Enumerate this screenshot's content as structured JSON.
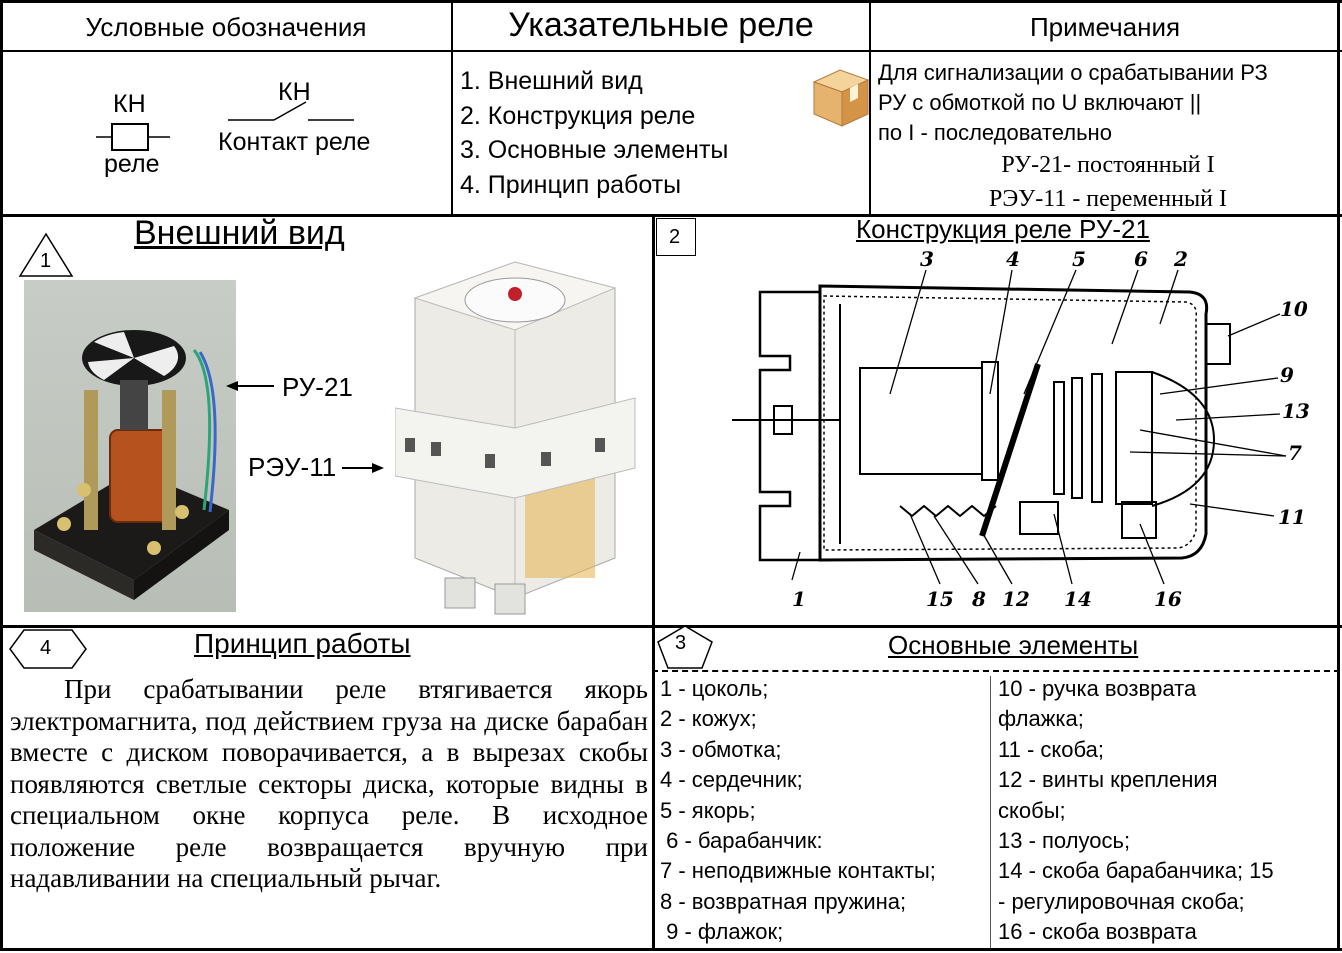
{
  "header": {
    "legend_title": "Условные  обозначения",
    "main_title": "Указательные реле",
    "notes_title": "Примечания"
  },
  "legend": {
    "relay_code": "КН",
    "relay_label": "реле",
    "contact_code": "КН",
    "contact_label": "Контакт реле"
  },
  "toc": [
    "1. Внешний вид",
    "2. Конструкция реле",
    "3. Основные элементы",
    "4. Принцип работы"
  ],
  "notes": {
    "line1": "Для сигнализации о срабатывании РЗ",
    "line2": "РУ с обмоткой по U  включают ||",
    "line3": "по I - последовательно",
    "ru21": "РУ-21- постоянный I",
    "reu11": "РЭУ-11 - переменный I",
    "icon": "box-icon"
  },
  "appearance": {
    "number": "1",
    "title": "Внешний вид",
    "ru21_label": "РУ-21",
    "reu11_label": "РЭУ-11"
  },
  "construction": {
    "number": "2",
    "title": "Конструкция реле РУ-21",
    "callouts": [
      "1",
      "2",
      "3",
      "4",
      "5",
      "6",
      "7",
      "8",
      "9",
      "10",
      "11",
      "12",
      "13",
      "14",
      "15",
      "16"
    ]
  },
  "principle": {
    "number": "4",
    "title": "Принцип работы",
    "text": "При срабатывании реле втягивается якорь электромагнита, под действием груза на диске барабан вместе с диском поворачивается, а в вырезах скобы появляются светлые секторы диска, которые видны в специальном окне корпуса реле. В исходное положение реле возвращается вручную при надавливании на специальный рычаг."
  },
  "elements": {
    "number": "3",
    "title": "Основные элементы",
    "left": [
      "1 - цоколь;",
      "2 - кожух;",
      "3 - обмотка;",
      "4 - сердечник;",
      "5 - якорь;",
      " 6 - барабанчик:",
      "7 - неподвижные контакты;",
      "8 - возвратная пружина;",
      " 9 - флажок;"
    ],
    "right": [
      "10 - ручка возврата",
      "флажка;",
      "11 - скоба;",
      "12 - винты крепления",
      "скобы;",
      "13 - полуось;",
      "14 - скоба барабанчика; 15",
      "- регулировочная скоба;",
      "16 - скоба возврата"
    ]
  }
}
